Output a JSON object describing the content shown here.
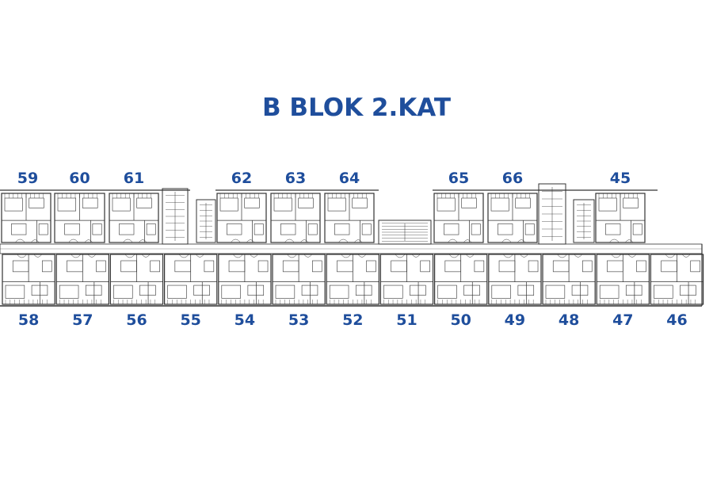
{
  "title": "B BLOK 2.KAT",
  "colors": {
    "title": "#1f4e9c",
    "label": "#1f4e9c",
    "linework": "#333333"
  },
  "top_units": [
    "59",
    "60",
    "61",
    "62",
    "63",
    "64",
    "65",
    "66",
    "45"
  ],
  "bottom_units": [
    "58",
    "57",
    "56",
    "55",
    "54",
    "53",
    "52",
    "51",
    "50",
    "49",
    "48",
    "47",
    "46"
  ]
}
